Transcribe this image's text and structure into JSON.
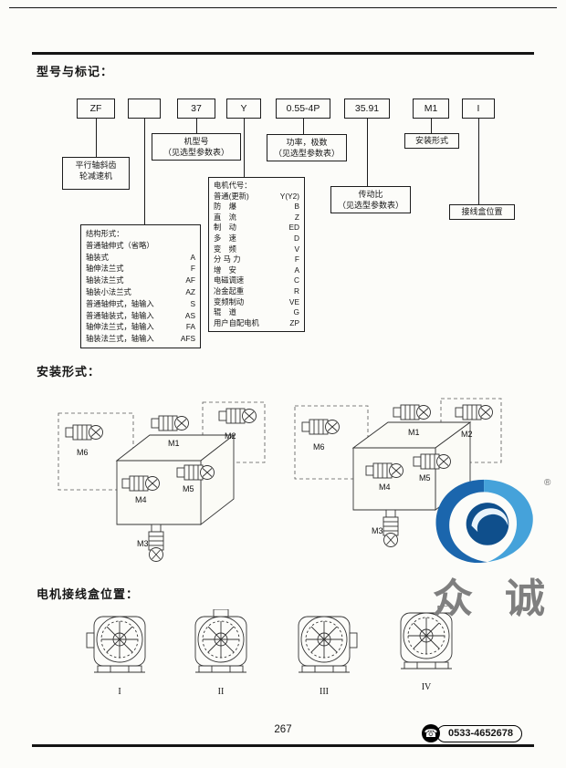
{
  "page": {
    "number": "267",
    "phone": "0533-4652678",
    "brand": "众 诚",
    "registered_mark": "®"
  },
  "sections": {
    "model": "型号与标记：",
    "mounting": "安装形式：",
    "junction": "电机接线盒位置："
  },
  "model_code": {
    "segments": [
      "ZF",
      "",
      "37",
      "Y",
      "0.55-4P",
      "35.91",
      "M1",
      "I"
    ]
  },
  "callouts": {
    "reducer": "平行轴斜齿\n轮减速机",
    "frame": "机型号\n（见选型参数表）",
    "power": "功率，极数\n（见选型参数表）",
    "ratio": "传动比\n（见选型参数表）",
    "mounting": "安装形式",
    "junction": "接线盒位置"
  },
  "motor_codes": {
    "title": "电机代号：",
    "items": [
      {
        "label": "普通(更新)",
        "code": "Y(Y2)"
      },
      {
        "label": "防　爆",
        "code": "B"
      },
      {
        "label": "直　流",
        "code": "Z"
      },
      {
        "label": "制　动",
        "code": "ED"
      },
      {
        "label": "多　速",
        "code": "D"
      },
      {
        "label": "变　频",
        "code": "V"
      },
      {
        "label": "分 马 力",
        "code": "F"
      },
      {
        "label": "增　安",
        "code": "A"
      },
      {
        "label": "电磁调速",
        "code": "C"
      },
      {
        "label": "冶金起重",
        "code": "R"
      },
      {
        "label": "变频制动",
        "code": "VE"
      },
      {
        "label": "辊　道",
        "code": "G"
      },
      {
        "label": "用户自配电机",
        "code": "ZP"
      }
    ]
  },
  "structure_forms": {
    "title": "结构形式：",
    "items": [
      {
        "label": "普通轴伸式（省略）",
        "code": ""
      },
      {
        "label": "轴装式",
        "code": "A"
      },
      {
        "label": "轴伸法兰式",
        "code": "F"
      },
      {
        "label": "轴装法兰式",
        "code": "AF"
      },
      {
        "label": "轴装小法兰式",
        "code": "AZ"
      },
      {
        "label": "普通轴伸式，轴输入",
        "code": "S"
      },
      {
        "label": "普通轴装式，轴输入",
        "code": "AS"
      },
      {
        "label": "轴伸法兰式，轴输入",
        "code": "FA"
      },
      {
        "label": "轴装法兰式，轴输入",
        "code": "AFS"
      }
    ]
  },
  "mounting": {
    "labels": [
      "M1",
      "M2",
      "M3",
      "M4",
      "M5",
      "M6"
    ]
  },
  "junction": {
    "labels": [
      "I",
      "II",
      "III",
      "IV"
    ]
  }
}
